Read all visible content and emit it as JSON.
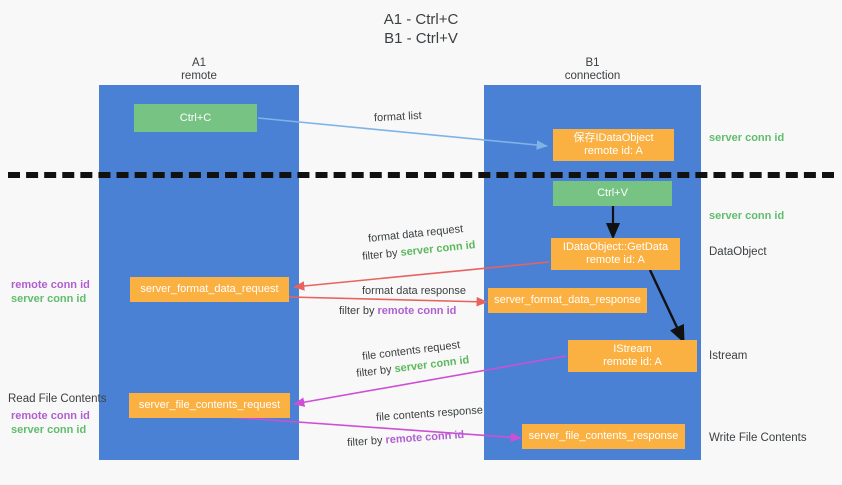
{
  "title": "A1 - Ctrl+C\nB1 - Ctrl+V",
  "columns": {
    "left": {
      "name": "A1",
      "role": "remote"
    },
    "right": {
      "name": "B1",
      "role": "connection"
    }
  },
  "nodes": {
    "ctrl_c": {
      "label": "Ctrl+C",
      "color": "#77c383"
    },
    "ctrl_v": {
      "label": "Ctrl+V",
      "color": "#77c383"
    },
    "idataobject": {
      "line1": "保存IDataObject",
      "line2": "remote id: A"
    },
    "idataobject_getdata": {
      "line1": "IDataObject::GetData",
      "line2": "remote id: A"
    },
    "istream": {
      "line1": "IStream",
      "line2": "remote id: A"
    },
    "server_format_data_request": {
      "label": "server_format_data_request"
    },
    "server_format_data_response": {
      "label": "server_format_data_response"
    },
    "server_file_contents_request": {
      "label": "server_file_contents_request"
    },
    "server_file_contents_response": {
      "label": "server_file_contents_response"
    }
  },
  "edge_labels": {
    "format_list": "format list",
    "format_data_request": "format data request",
    "format_data_request_filter_prefix": "filter by ",
    "format_data_request_filter_key": "server conn id",
    "format_data_response": "format data response",
    "format_data_response_filter_prefix": "filter by ",
    "format_data_response_filter_key": "remote conn id",
    "file_contents_request": "file contents request",
    "file_contents_request_filter_prefix": "filter by ",
    "file_contents_request_filter_key": "server conn id",
    "file_contents_response": "file contents response",
    "file_contents_response_filter_prefix": "filter by ",
    "file_contents_response_filter_key": "remote conn id"
  },
  "right_annotations": {
    "server_conn_id_top": "server conn id",
    "server_conn_id_second": "server conn id",
    "dataobject": "DataObject",
    "istream": "Istream",
    "write_file_contents": "Write File Contents"
  },
  "left_annotations": {
    "remote_conn_id_1": "remote conn id",
    "server_conn_id_1": "server conn id",
    "read_file_contents": "Read File Contents",
    "remote_conn_id_2": "remote conn id",
    "server_conn_id_2": "server conn id"
  },
  "colors": {
    "lane": "#4a81d4",
    "green_box": "#77c383",
    "orange_box": "#fbb042",
    "green_text": "#5cb85c",
    "purple_text": "#b05fd0",
    "red_arrow": "#e8635f",
    "magenta_arrow": "#cc4fd6",
    "blue_arrow": "#7fb3e8",
    "divider": "#111111",
    "background": "#f8f8f8"
  }
}
